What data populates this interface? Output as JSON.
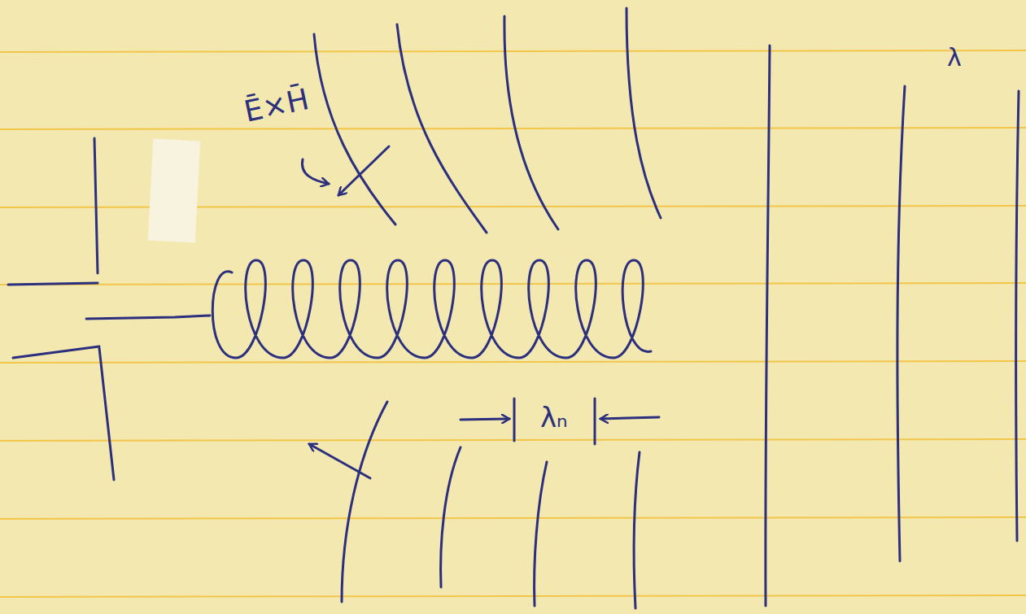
{
  "diagram": {
    "labels": [
      "Ē×H̄",
      "λₙ",
      "λ"
    ]
  }
}
